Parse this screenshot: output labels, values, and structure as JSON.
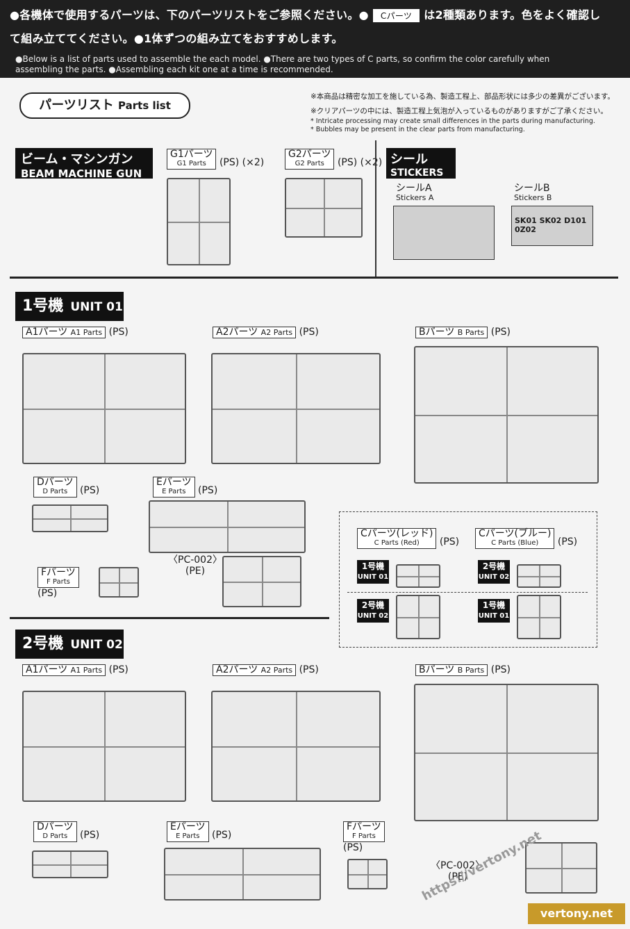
{
  "header": {
    "jp_line1_a": "●各機体で使用するパーツは、下のパーツリストをご参照ください。●",
    "c_badge": "Cパーツ",
    "jp_line1_b": "は2種類あります。色をよく確認し",
    "jp_line2": "て組み立ててください。●1体ずつの組み立てをおすすめします。",
    "en_line1": "●Below is a list of parts used to assemble the each model. ●There are two types of C parts, so confirm the color carefully when",
    "en_line2": "assembling the parts. ●Assembling each kit one at a time is recommended."
  },
  "parts_list": {
    "title_jp": "パーツリスト",
    "title_en": "Parts list"
  },
  "notes": {
    "jp1": "※本商品は精密な加工を施している為、製造工程上、部品形状には多少の差異がございます。",
    "jp2": "※クリアパーツの中には、製造工程上気泡が入っているものがありますがご了承ください。",
    "en1": "* Intricate processing may create small differences in the parts during manufacturing.",
    "en2": "* Bubbles may be present in the clear parts from manufacturing."
  },
  "beam_machine_gun": {
    "title_jp": "ビーム・マシンガン",
    "title_en": "BEAM MACHINE GUN",
    "g1": {
      "jp": "G1パーツ",
      "en": "G1 Parts",
      "type": "(PS)",
      "qty": "(×2)"
    },
    "g2": {
      "jp": "G2パーツ",
      "en": "G2 Parts",
      "type": "(PS)",
      "qty": "(×2)"
    }
  },
  "stickers": {
    "title_jp": "シール",
    "title_en": "STICKERS",
    "a": {
      "jp": "シールA",
      "en": "Stickers A"
    },
    "b": {
      "jp": "シールB",
      "en": "Stickers B",
      "codes": "SK01 SK02 D101 0Z02"
    }
  },
  "unit01": {
    "title_jp": "1号機",
    "title_en": "UNIT 01",
    "a1": {
      "jp": "A1パーツ",
      "en": "A1 Parts",
      "type": "(PS)"
    },
    "a2": {
      "jp": "A2パーツ",
      "en": "A2 Parts",
      "type": "(PS)"
    },
    "b": {
      "jp": "Bパーツ",
      "en": "B Parts",
      "type": "(PS)"
    },
    "d": {
      "jp": "Dパーツ",
      "en": "D Parts",
      "type": "(PS)"
    },
    "e": {
      "jp": "Eパーツ",
      "en": "E Parts",
      "type": "(PS)"
    },
    "f": {
      "jp": "Fパーツ",
      "en": "F Parts",
      "type": "(PS)"
    },
    "pc": {
      "name": "〈PC-002〉",
      "type": "(PE)"
    }
  },
  "c_parts": {
    "red": {
      "jp": "Cパーツ(レッド)",
      "en": "C Parts (Red)",
      "type": "(PS)"
    },
    "blue": {
      "jp": "Cパーツ(ブルー)",
      "en": "C Parts (Blue)",
      "type": "(PS)"
    },
    "badge_u1_jp": "1号機",
    "badge_u1_en": "UNIT 01",
    "badge_u2_jp": "2号機",
    "badge_u2_en": "UNIT 02"
  },
  "unit02": {
    "title_jp": "2号機",
    "title_en": "UNIT 02",
    "a1": {
      "jp": "A1パーツ",
      "en": "A1 Parts",
      "type": "(PS)"
    },
    "a2": {
      "jp": "A2パーツ",
      "en": "A2 Parts",
      "type": "(PS)"
    },
    "b": {
      "jp": "Bパーツ",
      "en": "B Parts",
      "type": "(PS)"
    },
    "d": {
      "jp": "Dパーツ",
      "en": "D Parts",
      "type": "(PS)"
    },
    "e": {
      "jp": "Eパーツ",
      "en": "E Parts",
      "type": "(PS)"
    },
    "f": {
      "jp": "Fパーツ",
      "en": "F Parts",
      "type": "(PS)"
    },
    "pc": {
      "name": "〈PC-002〉",
      "type": "(PE)"
    }
  },
  "watermark": {
    "url": "https://vertony.net",
    "logo": "vertony.net"
  }
}
